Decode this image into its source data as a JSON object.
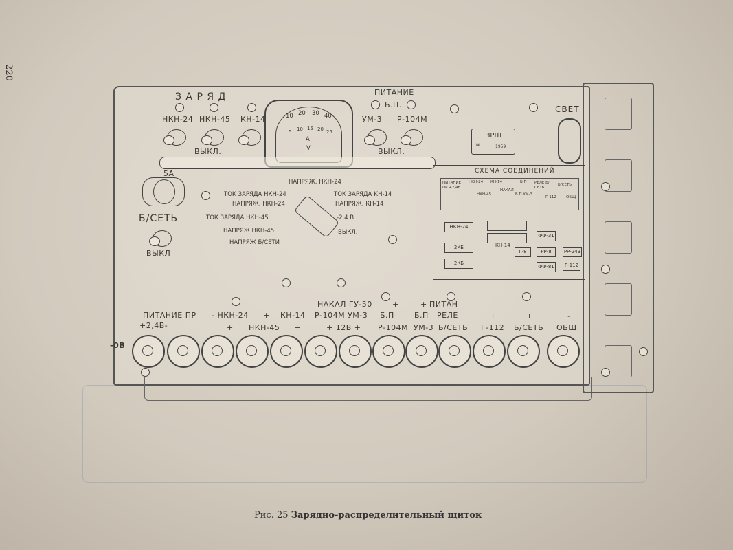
{
  "page_number": "220",
  "caption": {
    "prefix": "Рис. 25",
    "title": "Зарядно-распределительный щиток"
  },
  "top": {
    "charge_title": "З А Р Я Д",
    "charge_switches": [
      "НКН-24",
      "НКН-45",
      "КН-14"
    ],
    "off_left": "ВЫКЛ.",
    "power_title": "ПИТАНИЕ",
    "power_sub": "Б.П.",
    "power_switches": [
      "УМ-3",
      "Р-104М"
    ],
    "off_right": "ВЫКЛ.",
    "light": "СВЕТ"
  },
  "meter": {
    "scale_top": [
      "10",
      "20",
      "30",
      "40"
    ],
    "scale_bottom": [
      "5",
      "10",
      "15",
      "20",
      "25"
    ],
    "unit_a": "A",
    "unit_v": "V"
  },
  "plate": {
    "brand": "ЗРЩ",
    "serial_label": "№",
    "year": "1959"
  },
  "fuse": "5А",
  "mains": "Б/СЕТЬ",
  "mains_off": "ВЫКЛ",
  "selector": {
    "left": [
      "ТОК ЗАРЯДА НКН-24",
      "НАПРЯЖ. НКН-24",
      "ТОК ЗАРЯДА НКН-45",
      "НАПРЯЖ НКН-45",
      "НАПРЯЖ Б/СЕТИ"
    ],
    "top": "НАПРЯЖ. НКН-24",
    "right": [
      "ТОК ЗАРЯДА КН-14",
      "НАПРЯЖ. КН-14",
      "-2,4 В",
      "ВЫКЛ."
    ]
  },
  "schema": {
    "title": "СХЕМА СОЕДИНЕНИЙ",
    "blocks": [
      "НКН-24",
      "КН-14",
      "Г-8",
      "РР-8",
      "ФФ-31",
      "ФФ-81",
      "РР-243",
      "Г-112",
      "2КБ",
      "2КБ"
    ],
    "terminals": [
      "ПИТАНИЕ ПР +2,4В",
      "НКН-24",
      "НКН-45",
      "КН-14",
      "НАКАЛ",
      "Б.П",
      "Б.П УМ-3",
      "РЕЛЕ Б/СЕТЬ",
      "Г-112",
      "Б/СЕТЬ",
      "-ОБЩ"
    ]
  },
  "terminals": {
    "row1": [
      "НАКАЛ ГУ-50",
      "+",
      "+",
      "ПИТАН"
    ],
    "row2": [
      "ПИТАНИЕ ПР",
      "- НКН-24",
      "+",
      "КН-14",
      "Р-104М УМ-3",
      "Б.П",
      "Б.П",
      "РЕЛЕ",
      "+",
      "+",
      "-"
    ],
    "row3": [
      "+2,4В-",
      "+",
      "НКН-45",
      "+",
      "+ 12В +",
      "Р-104М",
      "УМ-3",
      "Б/СЕТЬ",
      "Г-112",
      "Б/СЕТЬ",
      "ОБЩ."
    ],
    "ground": "-0В"
  }
}
